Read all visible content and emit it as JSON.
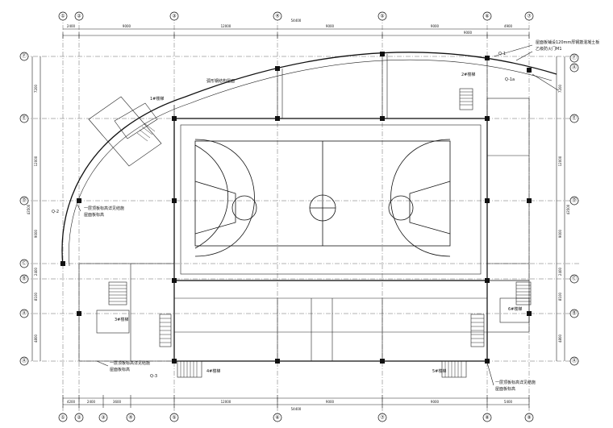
{
  "axes_top": [
    "①",
    "②",
    "③",
    "④",
    "⑤",
    "⑥",
    "⑦"
  ],
  "axes_bottom": [
    "①",
    "②",
    "③",
    "④",
    "⑤",
    "⑥",
    "⑦",
    "⑧",
    "⑨"
  ],
  "axes_left": [
    "Ⓕ",
    "Ⓔ",
    "Ⓓ",
    "Ⓒ",
    "Ⓑ",
    "Ⓐ",
    "Ⓐ",
    "Ⓐ"
  ],
  "axes_right": [
    "Ⓕ",
    "Ⓔ",
    "Ⓓ",
    "Ⓒ",
    "Ⓑ",
    "Ⓐ",
    "Ⓐ"
  ],
  "dims_top": [
    "2400",
    "9000",
    "12000",
    "9000",
    "9000",
    "9000",
    "4900"
  ],
  "dims_bottom": [
    "4200",
    "2400",
    "3600",
    "12000",
    "9000",
    "9000",
    "5400"
  ],
  "dims_left": [
    "7200",
    "12000",
    "9000",
    "2400",
    "8100",
    "4800"
  ],
  "dims_right": [
    "7200",
    "12000",
    "9000",
    "2400",
    "8100",
    "4800"
  ],
  "total_top": "54400",
  "total_bottom": "54400",
  "total_left": "43500",
  "total_right": "43500",
  "room_labels": {
    "stair1_label": "1#楼梯",
    "stair2_label": "2#楼梯",
    "stair3_label": "3#楼梯",
    "stair4_label": "4#楼梯",
    "stair5_label": "5#楼梯",
    "stair6_label": "6#楼梯"
  },
  "notes": {
    "note_top_right": "屋面板铺设120mm厚钢筋混凝土板",
    "note_top_right_2": "乙级防火门M1",
    "note_left": "一层顶板标高详见结施",
    "note_left_2": "屋面板标高",
    "note_bottom_left": "一层顶板标高详见结施",
    "note_bottom_left_2": "屋面板标高",
    "note_bottom_right": "一层顶板标高详见结施",
    "note_bottom_right_2": "屋面板标高",
    "note_curve": "弧形钢结构屋面"
  },
  "tags": {
    "tag_q1": "Q-1",
    "tag_q2": "Q-1a",
    "tag_q3": "Q-2",
    "tag_q4": "Q-3"
  }
}
